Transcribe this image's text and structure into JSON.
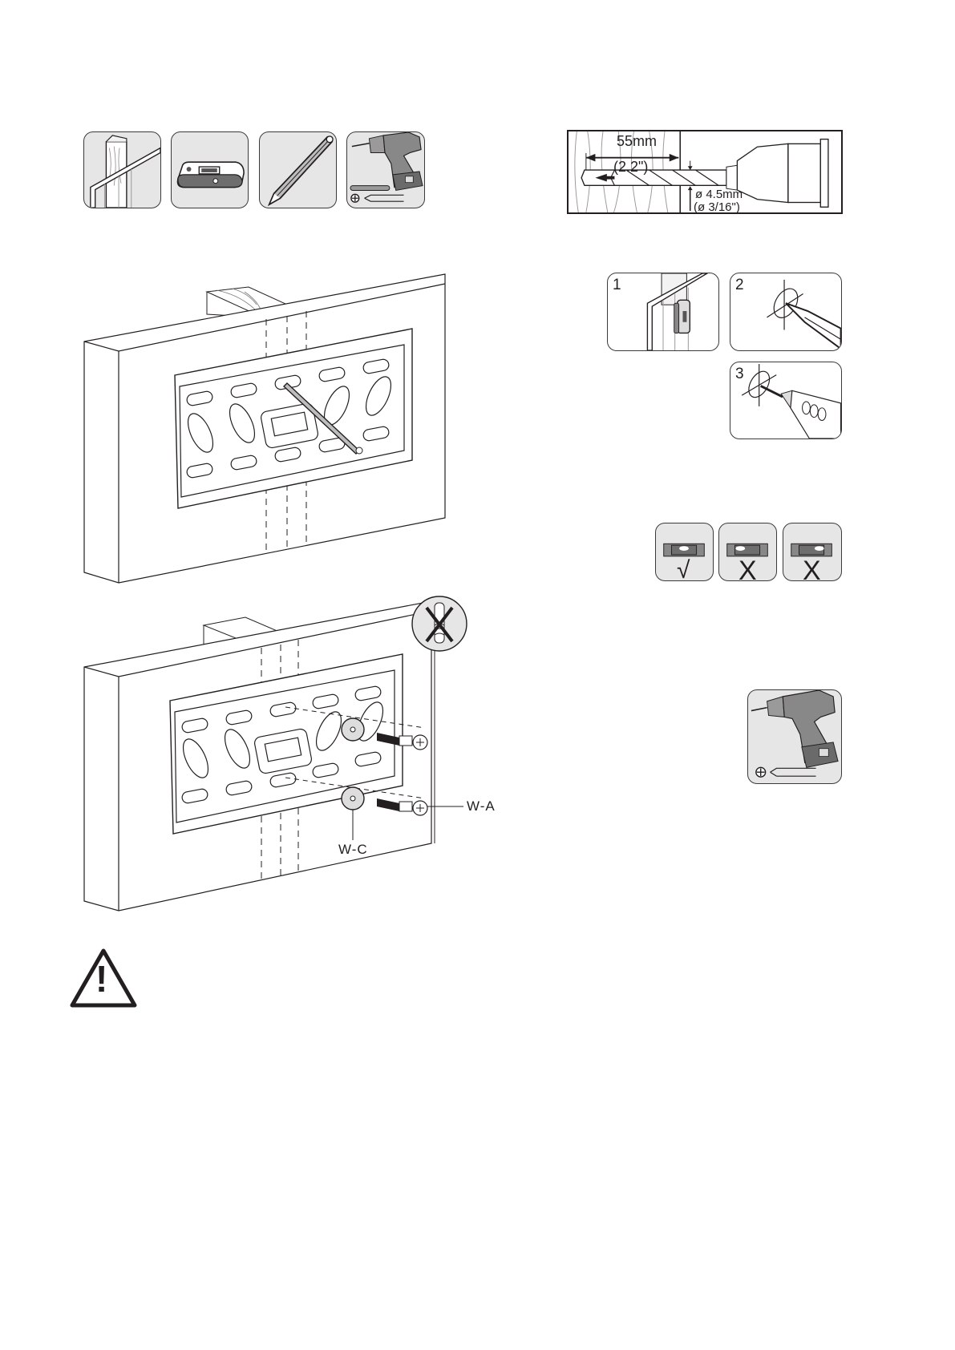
{
  "page": {
    "background": "#ffffff",
    "ink_color": "#231f20",
    "panel_fill": "#e6e6e6",
    "tool_fill": "#7a7a7a"
  },
  "tools_row": {
    "items": [
      {
        "icon": "wall-stud-icon",
        "label": ""
      },
      {
        "icon": "stud-finder-icon",
        "label": ""
      },
      {
        "icon": "pencil-icon",
        "label": ""
      },
      {
        "icon": "drill-bit-screwdriver-icon",
        "label": ""
      }
    ]
  },
  "drill_depth": {
    "depth_metric": "55mm",
    "depth_imperial": "(2.2\")",
    "diameter_metric": "ø 4.5mm",
    "diameter_imperial": "(ø 3/16\")"
  },
  "steps": [
    {
      "number": "1",
      "icon": "stud-finder-on-wall-icon"
    },
    {
      "number": "2",
      "icon": "pencil-mark-icon"
    },
    {
      "number": "3",
      "icon": "drill-pilot-hole-icon"
    }
  ],
  "level_check": [
    {
      "state": "level",
      "mark": "√"
    },
    {
      "state": "tilted-left",
      "mark": "X"
    },
    {
      "state": "tilted-right",
      "mark": "X"
    }
  ],
  "mounting": {
    "bolt_label": "W-A",
    "washer_label": "W-C",
    "no_anchor_icon": "no-wall-anchor-icon"
  },
  "warning": {
    "icon": "warning-triangle-icon",
    "symbol": "!"
  }
}
